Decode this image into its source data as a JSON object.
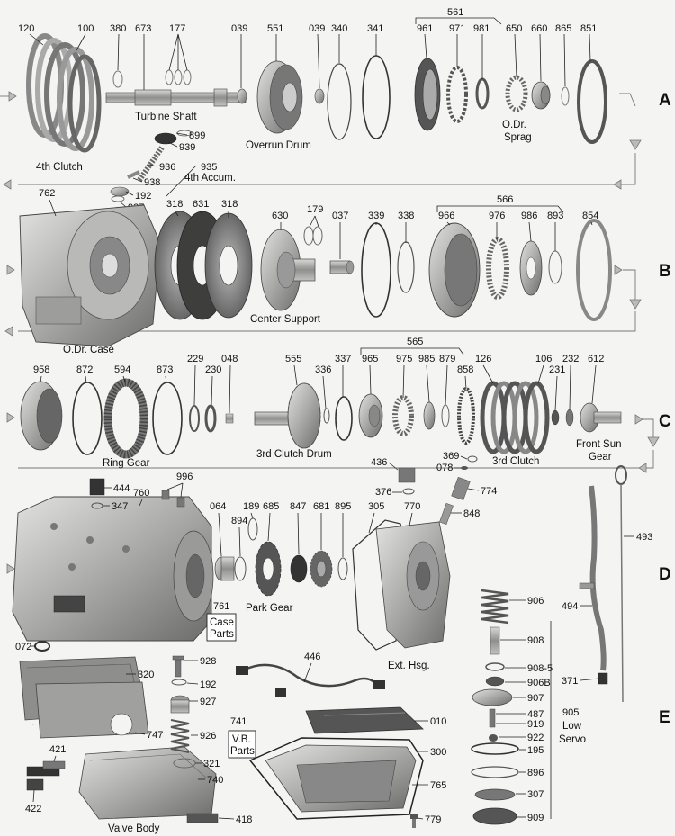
{
  "sections": [
    "A",
    "B",
    "C",
    "D",
    "E"
  ],
  "numbers": {
    "n120": "120",
    "n100": "100",
    "n380": "380",
    "n673": "673",
    "n177": "177",
    "n039a": "039",
    "n551": "551",
    "n039b": "039",
    "n340": "340",
    "n341": "341",
    "n561": "561",
    "n961": "961",
    "n971": "971",
    "n981": "981",
    "n650": "650",
    "n660": "660",
    "n865": "865",
    "n851": "851",
    "n899": "899",
    "n939": "939",
    "n936": "936",
    "n935": "935",
    "n938": "938",
    "n192a": "192",
    "n937": "937",
    "n762": "762",
    "n318a": "318",
    "n631": "631",
    "n318b": "318",
    "n630": "630",
    "n179": "179",
    "n037": "037",
    "n339": "339",
    "n338": "338",
    "n566": "566",
    "n966": "966",
    "n976": "976",
    "n986": "986",
    "n893": "893",
    "n854": "854",
    "n958": "958",
    "n872": "872",
    "n594": "594",
    "n873": "873",
    "n229": "229",
    "n230": "230",
    "n048": "048",
    "n555": "555",
    "n336": "336",
    "n337": "337",
    "n565": "565",
    "n965": "965",
    "n975": "975",
    "n985": "985",
    "n879": "879",
    "n858": "858",
    "n126": "126",
    "n106": "106",
    "n231": "231",
    "n232": "232",
    "n612": "612",
    "n369": "369",
    "n078": "078",
    "n436": "436",
    "n376": "376",
    "n774": "774",
    "n848": "848",
    "n444": "444",
    "n347": "347",
    "n996": "996",
    "n760": "760",
    "n064": "064",
    "n189": "189",
    "n894": "894",
    "n685": "685",
    "n847": "847",
    "n681": "681",
    "n895": "895",
    "n305": "305",
    "n770": "770",
    "n493": "493",
    "n494": "494",
    "n371": "371",
    "n906": "906",
    "n908": "908",
    "n9085": "908-5",
    "n906B": "906B",
    "n907": "907",
    "n487": "487",
    "n919": "919",
    "n922": "922",
    "n905": "905",
    "n195": "195",
    "n896": "896",
    "n307": "307",
    "n909": "909",
    "n761": "761",
    "n072": "072",
    "n928": "928",
    "n192b": "192",
    "n927": "927",
    "n926": "926",
    "n320": "320",
    "n747": "747",
    "n741": "741",
    "n321": "321",
    "n740": "740",
    "n421": "421",
    "n422": "422",
    "n418": "418",
    "n446": "446",
    "n010": "010",
    "n300": "300",
    "n765": "765",
    "n779": "779"
  },
  "captions": {
    "fourth_clutch": "4th Clutch",
    "turbine_shaft": "Turbine Shaft",
    "overrun_drum": "Overrun Drum",
    "odr": "O.Dr.",
    "sprag": "Sprag",
    "fourth_accum": "4th Accum.",
    "odr_case": "O.Dr. Case",
    "center_support": "Center Support",
    "ring_gear": "Ring Gear",
    "third_clutch_drum": "3rd Clutch Drum",
    "third_clutch": "3rd Clutch",
    "front_sun": "Front Sun",
    "gear": "Gear",
    "park_gear": "Park Gear",
    "case": "Case",
    "parts": "Parts",
    "ext_hsg": "Ext. Hsg.",
    "low": "Low",
    "servo": "Servo",
    "vb": "V.B.",
    "vb_parts": "Parts",
    "valve_body": "Valve Body"
  },
  "colors": {
    "metal_light": "#c9c9c7",
    "metal_mid": "#9a9a98",
    "metal_dark": "#555553",
    "friction": "#4a4a48"
  }
}
